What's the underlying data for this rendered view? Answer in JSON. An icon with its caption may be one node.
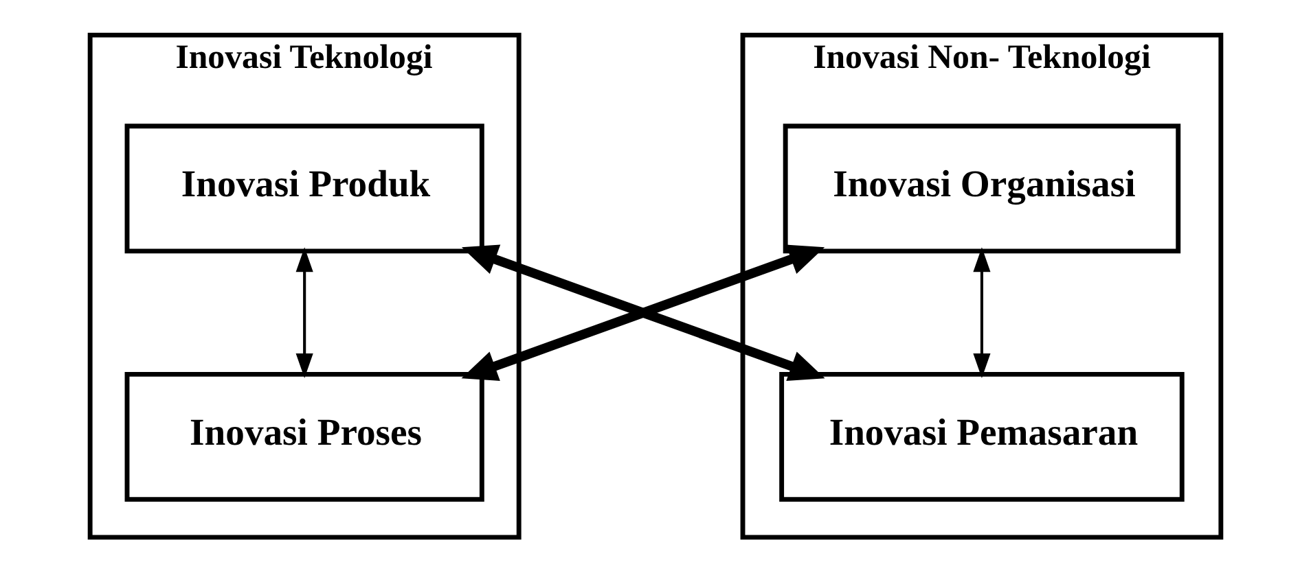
{
  "diagram": {
    "nodes": [
      {
        "text": [
          "Inovasi Teknologi"
        ]
      },
      {
        "text": [
          "Inovasi Produk"
        ],
        "in": 0
      },
      {
        "text": [
          "Inovasi Proses"
        ],
        "in": 0
      },
      {
        "text": [
          "Inovasi Non- Teknologi"
        ]
      },
      {
        "text": [
          "Inovasi Organisasi"
        ],
        "in": 3
      },
      {
        "text": [
          "Inovasi Pemasaran"
        ],
        "in": 3
      }
    ],
    "edges": [
      {
        "from": 1,
        "to": 2,
        "arrow": "both"
      },
      {
        "from": 4,
        "to": 5,
        "arrow": "both"
      },
      {
        "from": 1,
        "to": 5,
        "arrow": "both",
        "style": "thick"
      },
      {
        "from": 2,
        "to": 4,
        "arrow": "both",
        "style": "thick"
      }
    ]
  }
}
